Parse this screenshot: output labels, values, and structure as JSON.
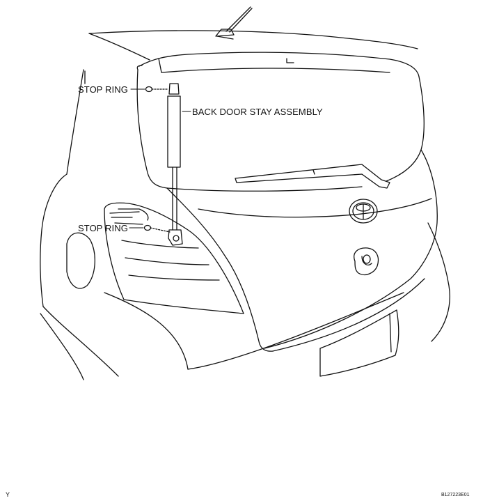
{
  "labels": {
    "stop_ring_upper": "STOP RING",
    "stay_assembly": "BACK DOOR STAY ASSEMBLY",
    "stop_ring_lower": "STOP RING"
  },
  "footer": {
    "corner_mark": "Y",
    "figure_code": "B127223E01"
  }
}
